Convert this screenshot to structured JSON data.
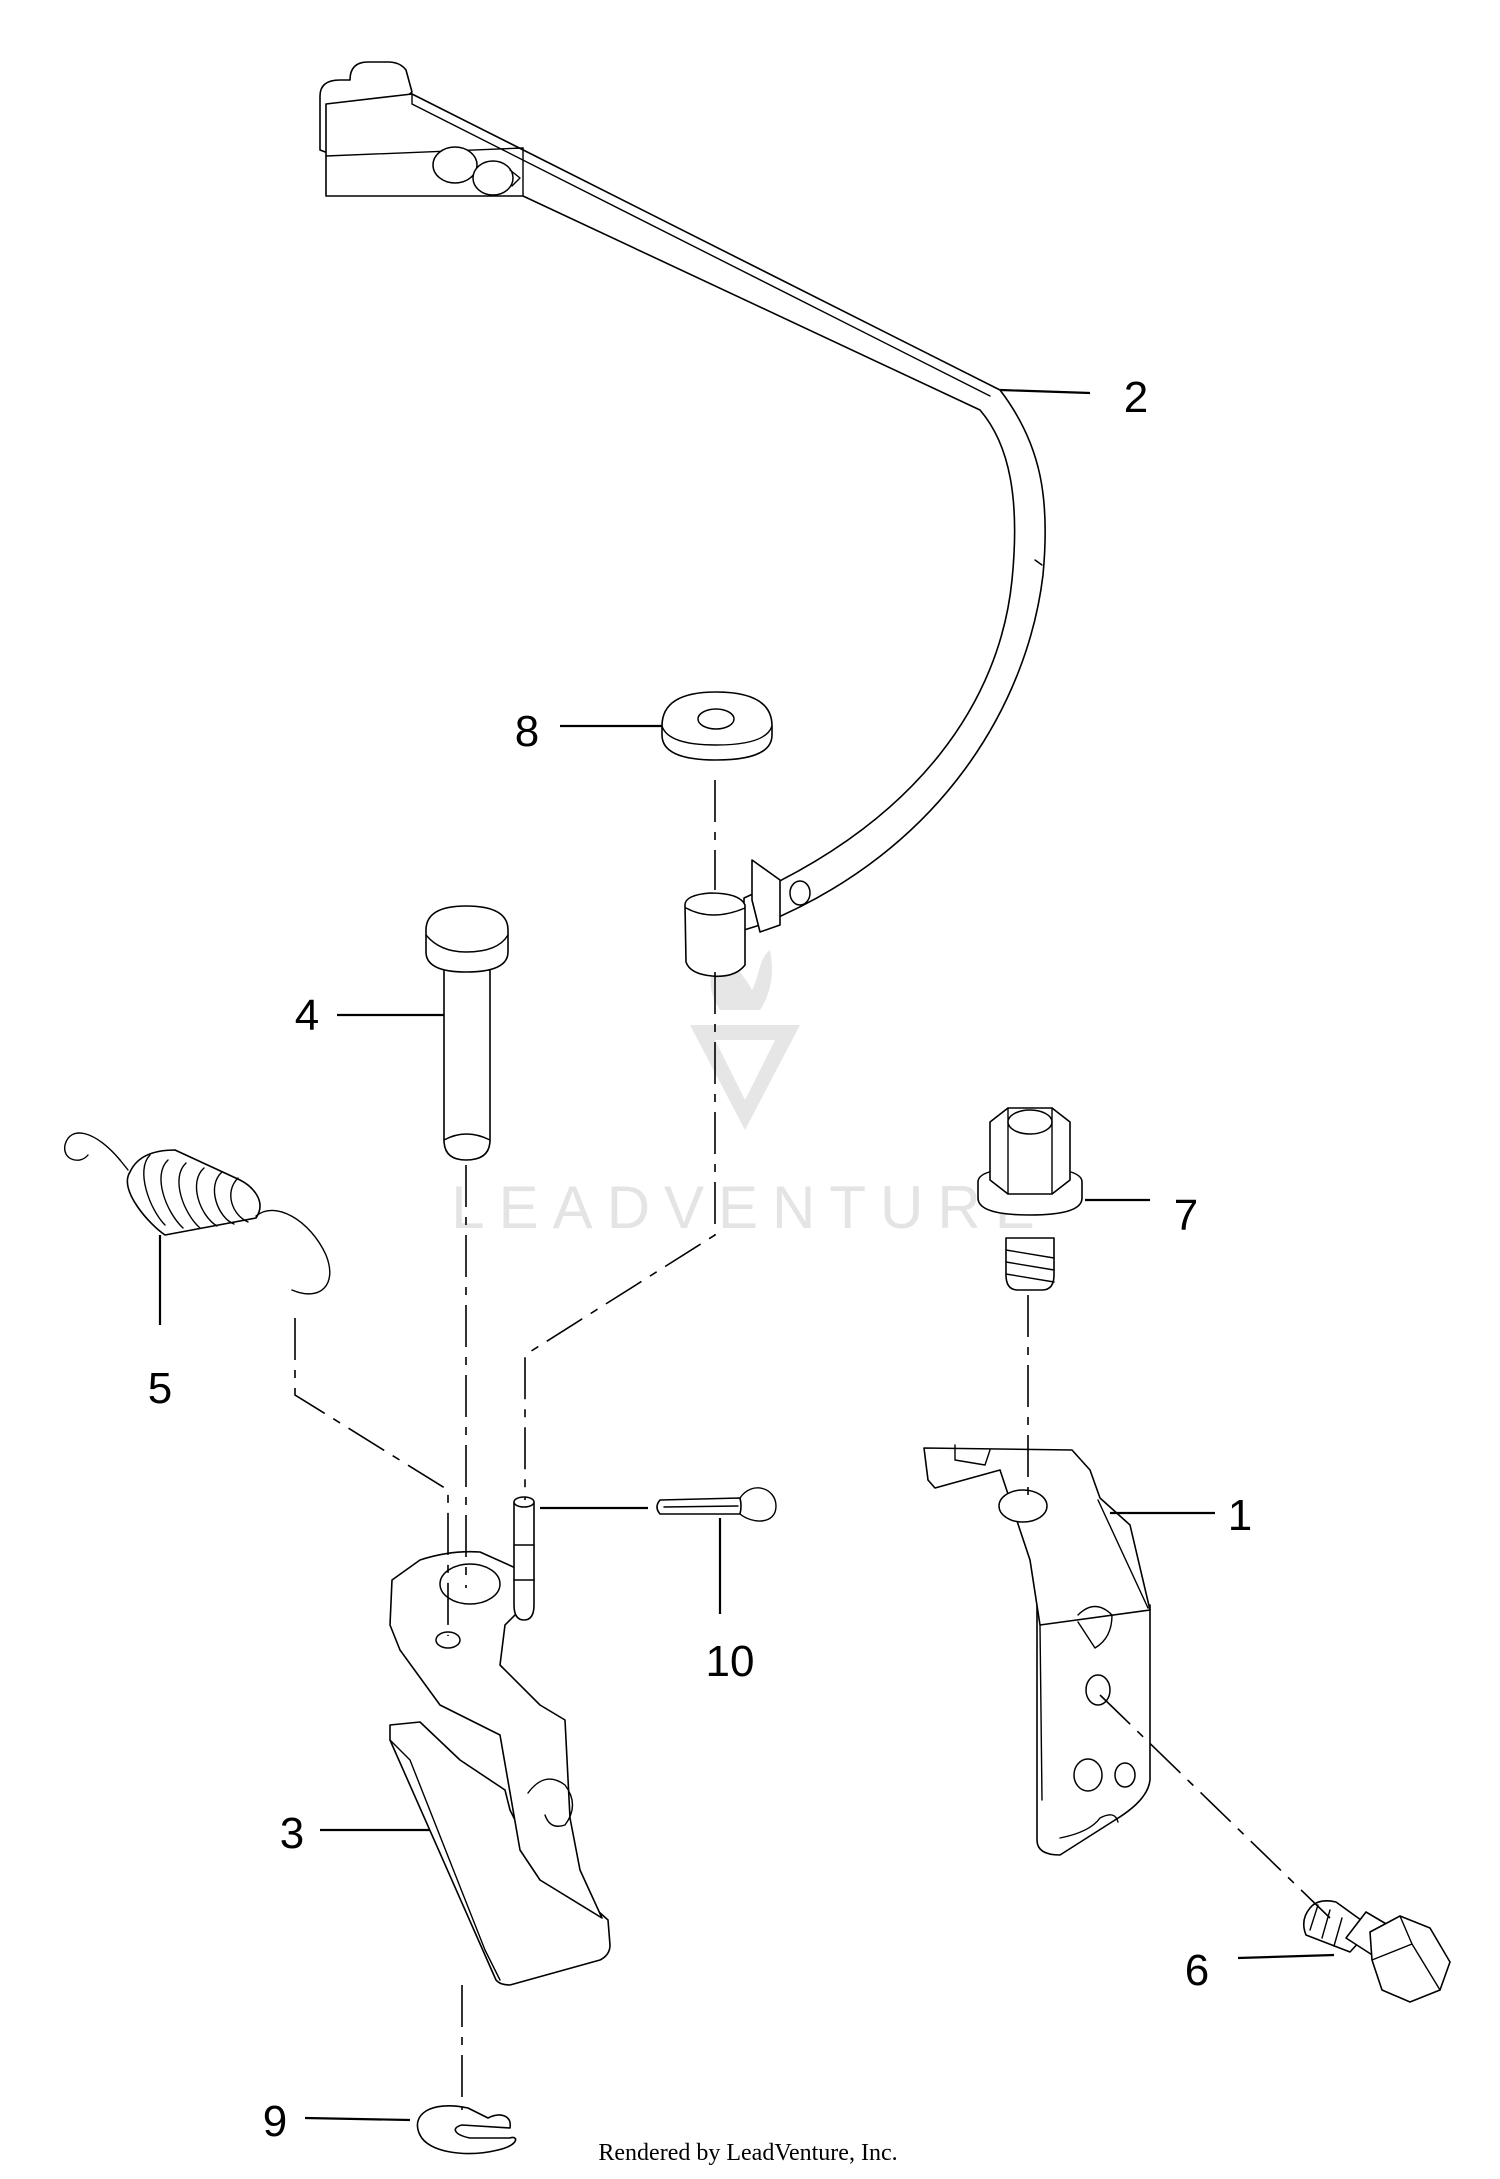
{
  "callouts": {
    "c1": "1",
    "c2": "2",
    "c3": "3",
    "c4": "4",
    "c5": "5",
    "c6": "6",
    "c7": "7",
    "c8": "8",
    "c9": "9",
    "c10": "10"
  },
  "watermark": {
    "text": "LEADVENTURE"
  },
  "footer": {
    "credit": "Rendered by LeadVenture, Inc."
  },
  "colors": {
    "line": "#000000",
    "background": "#ffffff",
    "watermark": "#e4e4e4"
  }
}
